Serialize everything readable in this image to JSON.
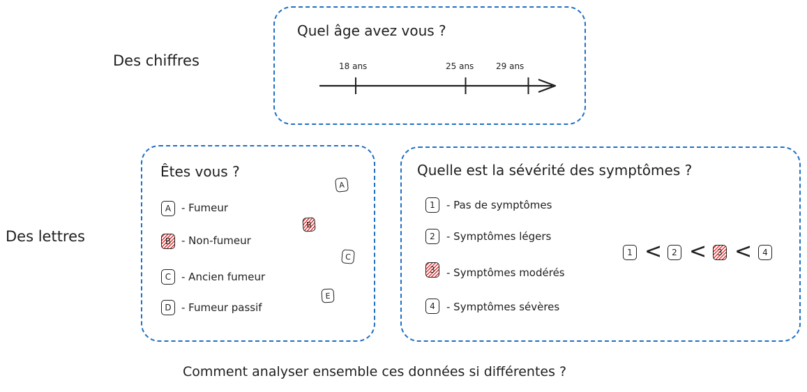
{
  "side_labels": {
    "numbers": "Des chiffres",
    "letters": "Des lettres"
  },
  "age_panel": {
    "title": "Quel âge avez vous ?",
    "axis_ticks": [
      {
        "label": "18 ans",
        "value": 18
      },
      {
        "label": "25 ans",
        "value": 25
      },
      {
        "label": "29 ans",
        "value": 29
      }
    ]
  },
  "smoker_panel": {
    "title": "Êtes vous ?",
    "options": [
      {
        "code": "A",
        "label": "- Fumeur",
        "selected": false
      },
      {
        "code": "B",
        "label": "- Non-fumeur",
        "selected": true
      },
      {
        "code": "C",
        "label": "- Ancien fumeur",
        "selected": false
      },
      {
        "code": "D",
        "label": "- Fumeur passif",
        "selected": false
      }
    ],
    "scattered": [
      {
        "code": "A",
        "selected": false
      },
      {
        "code": "B",
        "selected": true
      },
      {
        "code": "C",
        "selected": false
      },
      {
        "code": "E",
        "selected": false
      }
    ]
  },
  "severity_panel": {
    "title": "Quelle est la sévérité des symptômes ?",
    "options": [
      {
        "code": "1",
        "label": "- Pas de symptômes",
        "selected": false
      },
      {
        "code": "2",
        "label": "- Symptômes légers",
        "selected": false
      },
      {
        "code": "3",
        "label": "- Symptômes modérés",
        "selected": true
      },
      {
        "code": "4",
        "label": "- Symptômes sévères",
        "selected": false
      }
    ],
    "order": {
      "items": [
        "1",
        "2",
        "3",
        "4"
      ],
      "operator": "<",
      "selected": "3"
    }
  },
  "footer": "Comment analyser ensemble ces données si différentes ?",
  "colors": {
    "border": "#1f6fc2",
    "hatch": "#e03131",
    "ink": "#1e1e1e"
  }
}
